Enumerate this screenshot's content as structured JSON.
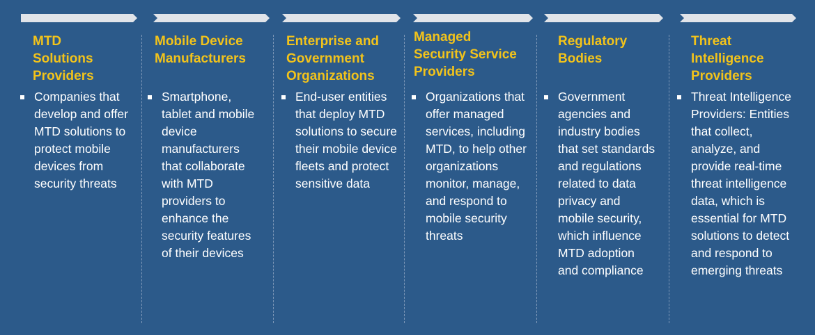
{
  "columns": [
    {
      "title": "MTD Solutions Providers",
      "lines": [
        "MTD",
        "Solutions",
        "Providers"
      ],
      "text": "Companies that develop and offer MTD solutions to protect mobile devices from security threats"
    },
    {
      "title": "Mobile Device Manufacturers",
      "lines": [
        "Mobile Device",
        "Manufacturers",
        ""
      ],
      "text": "Smartphone, tablet and mobile device manufacturers that collaborate with MTD providers to enhance the security features of their devices"
    },
    {
      "title": "Enterprise and Government Organizations",
      "lines": [
        "Enterprise and",
        "Government",
        "Organizations"
      ],
      "text": "End-user entities that deploy MTD solutions to secure their mobile device fleets and protect sensitive data"
    },
    {
      "title": "Managed Security Service Providers",
      "lines": [
        "Managed",
        "Security Service",
        "Providers"
      ],
      "text": "Organizations that offer managed services, including MTD, to help other organizations monitor, manage, and respond to mobile security threats"
    },
    {
      "title": "Regulatory Bodies",
      "lines": [
        "Regulatory",
        "Bodies",
        ""
      ],
      "text": "Government agencies and industry bodies that set standards and regulations related to data privacy and mobile security, which influence MTD adoption and compliance"
    },
    {
      "title": "Threat Intelligence Providers",
      "lines": [
        "Threat",
        "Intelligence",
        "Providers"
      ],
      "text": "Threat Intelligence Providers: Entities that collect, analyze, and provide real-time threat intelligence data, which is essential for MTD solutions to detect and respond to emerging threats"
    }
  ],
  "colors": {
    "background": "#2c5a8a",
    "heading": "#f2c31b",
    "arrow": "#e1e4e9"
  }
}
